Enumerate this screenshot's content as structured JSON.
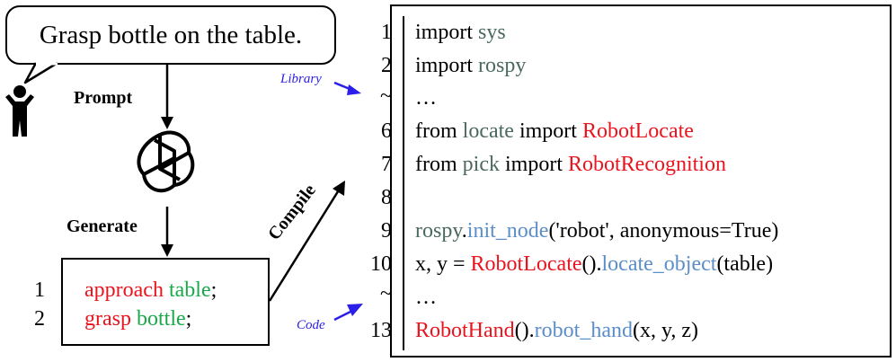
{
  "bubble": {
    "text": "Grasp bottle on the table."
  },
  "labels": {
    "prompt": "Prompt",
    "generate": "Generate",
    "compile": "Compile",
    "library": "Library",
    "code": "Code"
  },
  "commands": [
    {
      "num": "1",
      "verb": "approach",
      "object": "table",
      "end": ";"
    },
    {
      "num": "2",
      "verb": "grasp",
      "object": "bottle",
      "end": ";"
    }
  ],
  "code": {
    "line_numbers": [
      "1",
      "2",
      "~",
      "6",
      "7",
      "8",
      "9",
      "10",
      "~",
      "13"
    ],
    "l1": {
      "kw": "import",
      "mod": "sys"
    },
    "l2": {
      "kw": "import",
      "mod": "rospy"
    },
    "l3": {
      "text": "…"
    },
    "l6": {
      "kw1": "from",
      "mod": "locate",
      "kw2": "import",
      "cls": "RobotLocate"
    },
    "l7": {
      "kw1": "from",
      "mod": "pick",
      "kw2": "import",
      "cls": "RobotRecognition"
    },
    "l9": {
      "mod": "rospy",
      "dot": ".",
      "fn": "init_node",
      "args": "('robot', anonymous=True)"
    },
    "l10": {
      "pre": "x, y = ",
      "cls": "RobotLocate",
      "mid": "().",
      "fn": "locate_object",
      "args": "(table)"
    },
    "l11": {
      "text": "…"
    },
    "l13": {
      "cls": "RobotHand",
      "mid": "().",
      "fn": "robot_hand",
      "args": "(x, y, z)"
    }
  },
  "colors": {
    "red": "#e8141e",
    "green": "#1aa94a",
    "teal": "#4a6a5e",
    "blue": "#5b8ec9",
    "arrow_blue": "#2b1ee8"
  },
  "icons": {
    "person": "person-icon",
    "openai": "openai-logo-icon"
  }
}
